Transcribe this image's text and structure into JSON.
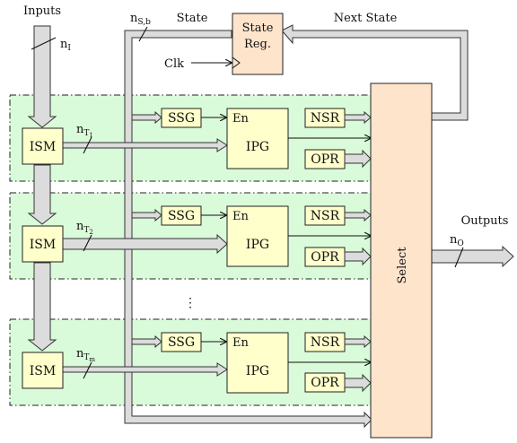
{
  "colors": {
    "band": "#d9fbd9",
    "yellow_block": "#ffffcc",
    "orange_block": "#ffe4cc",
    "bus_fill": "#dcdcdc"
  },
  "labels": {
    "inputs": "Inputs",
    "state": "State",
    "next_state": "Next State",
    "outputs": "Outputs",
    "clk": "Clk",
    "state_reg_line1": "State",
    "state_reg_line2": "Reg.",
    "select": "Select",
    "ism": "ISM",
    "ssg": "SSG",
    "en": "En",
    "ipg": "IPG",
    "nsr": "NSR",
    "opr": "OPR",
    "ellipsis": "⋮"
  },
  "bus_widths": {
    "input": {
      "base": "n",
      "sub": "I"
    },
    "state": {
      "base": "n",
      "sub": "S,b"
    },
    "output": {
      "base": "n",
      "sub": "O"
    }
  },
  "stages": [
    {
      "width": {
        "base": "n",
        "sub": "T",
        "subsub": "1"
      }
    },
    {
      "width": {
        "base": "n",
        "sub": "T",
        "subsub": "2"
      }
    },
    {
      "width": {
        "base": "n",
        "sub": "T",
        "subsub": "m"
      }
    }
  ]
}
